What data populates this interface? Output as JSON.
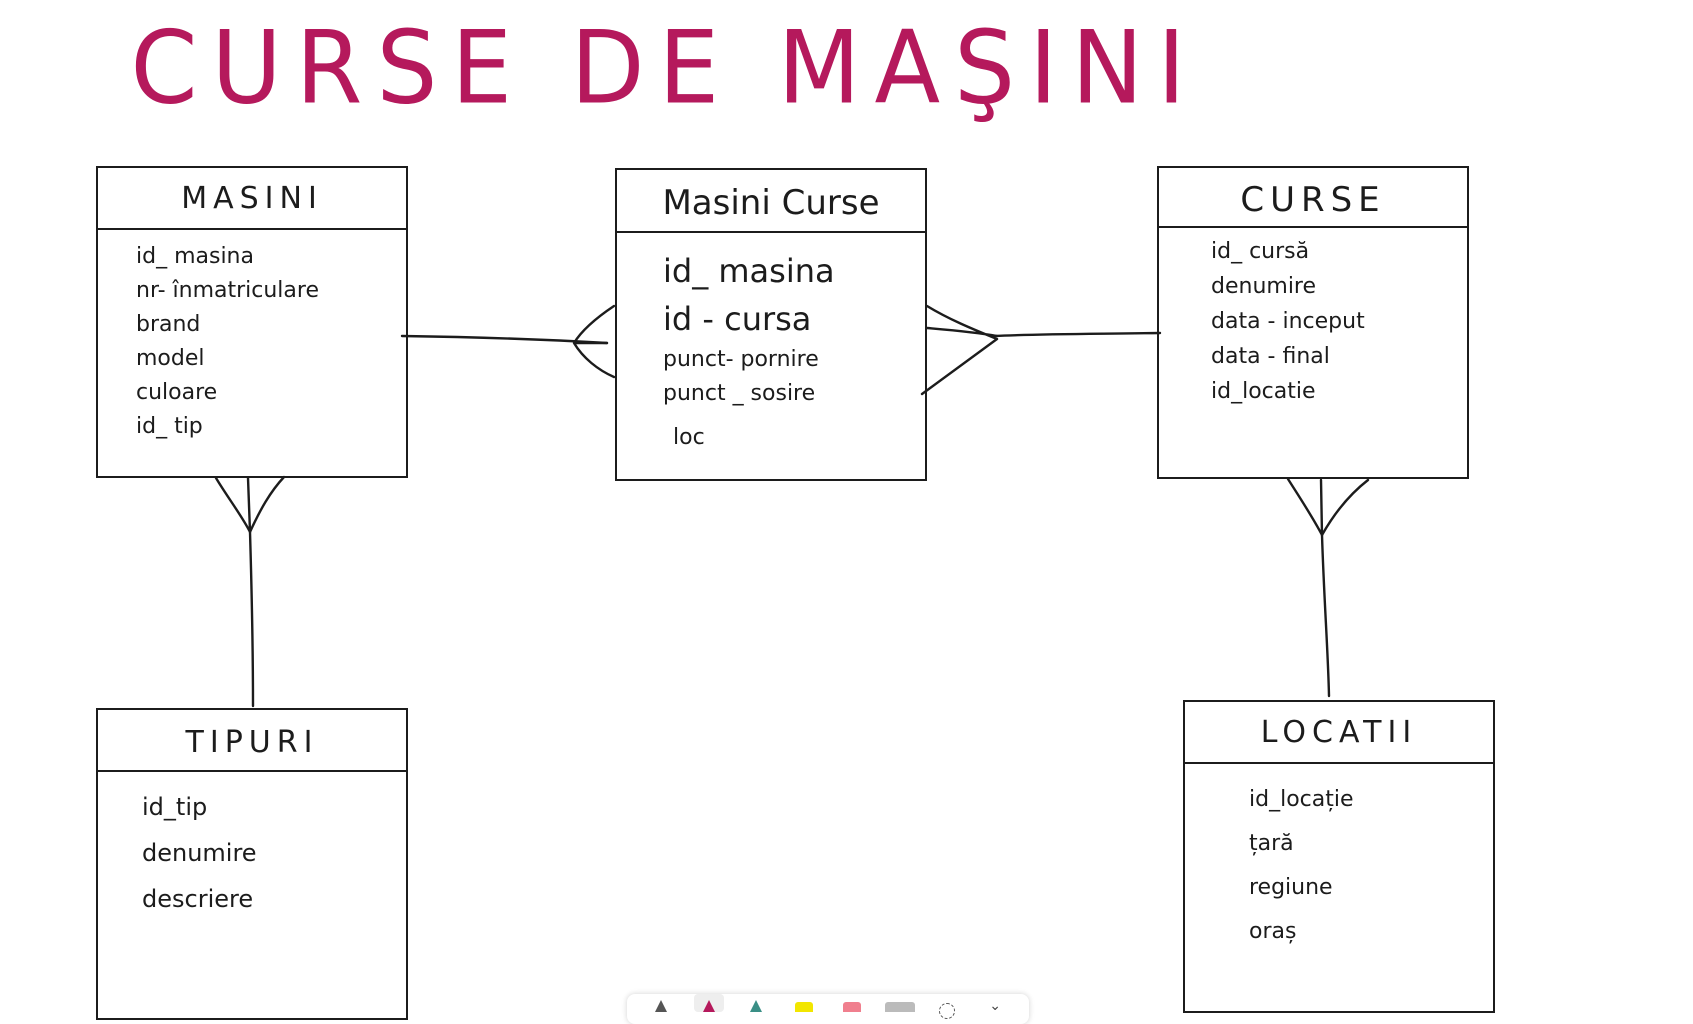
{
  "title": "CURSE DE MAŞINI",
  "colors": {
    "title": "#b5195c",
    "ink": "#1c1c1c"
  },
  "entities": {
    "masini": {
      "name": "MASINI",
      "attributes": [
        "id_ masina",
        "nr- înmatriculare",
        "brand",
        "model",
        "culoare",
        "id_ tip"
      ]
    },
    "masini_curse": {
      "name": "Masini Curse",
      "attributes": [
        "id_ masina",
        "id - cursa",
        "punct- pornire",
        "punct _ sosire",
        "loc"
      ]
    },
    "curse": {
      "name": "CURSE",
      "attributes": [
        "id_ cursă",
        "denumire",
        "data - inceput",
        "data - final",
        "id_locatie"
      ]
    },
    "tipuri": {
      "name": "TIPURI",
      "attributes": [
        "id_tip",
        "denumire",
        "descriere"
      ]
    },
    "locatii": {
      "name": "LOCATII",
      "attributes": [
        "id_locație",
        "țară",
        "regiune",
        "oraș"
      ]
    }
  },
  "relationships": [
    {
      "from": "masini",
      "to": "masini_curse",
      "to_end": "many"
    },
    {
      "from": "curse",
      "to": "masini_curse",
      "to_end": "many"
    },
    {
      "from": "tipuri",
      "to": "masini",
      "to_end": "many"
    },
    {
      "from": "locatii",
      "to": "curse",
      "to_end": "many"
    }
  ],
  "toolbar": {
    "tools": [
      {
        "name": "pen-black-icon",
        "color": "#555555"
      },
      {
        "name": "pen-red-icon",
        "color": "#b5195c"
      },
      {
        "name": "pen-teal-icon",
        "color": "#3a8f86"
      },
      {
        "name": "highlighter-yellow-icon",
        "color": "#f2e600"
      },
      {
        "name": "eraser-pink-icon",
        "color": "#f07f8e"
      },
      {
        "name": "ruler-icon",
        "color": "#bbbbbb"
      },
      {
        "name": "lasso-icon",
        "color": "#555555"
      },
      {
        "name": "chevron-down-icon",
        "color": "#444444"
      }
    ]
  }
}
